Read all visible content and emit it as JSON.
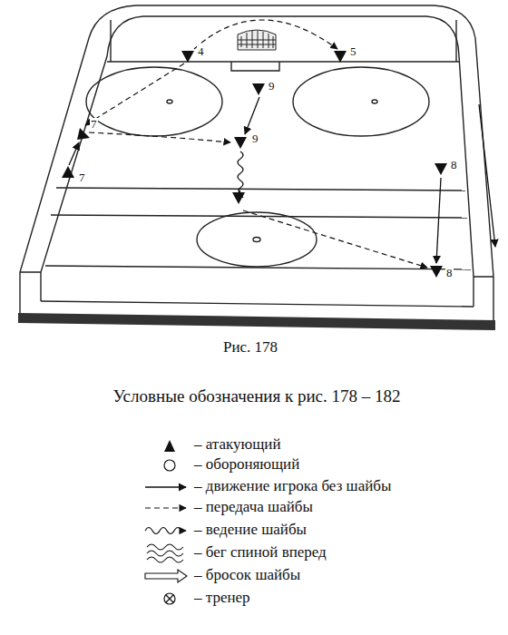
{
  "diagram": {
    "caption": "Рис. 178",
    "labels": [
      "4",
      "5",
      "9",
      "7",
      "9",
      "7",
      "8",
      "8",
      "Условные обозначения к рис. 178 – 182"
    ],
    "legend": [
      {
        "text": "– атакующий"
      },
      {
        "text": "– обороняющий"
      },
      {
        "text": "– движение игрока без шайбы"
      },
      {
        "text": "– передача шайбы"
      },
      {
        "text": "– ведение шайбы"
      },
      {
        "text": "– бег спиной вперед"
      },
      {
        "text": "– бросок шайбы"
      },
      {
        "text": "– тренер"
      }
    ]
  }
}
